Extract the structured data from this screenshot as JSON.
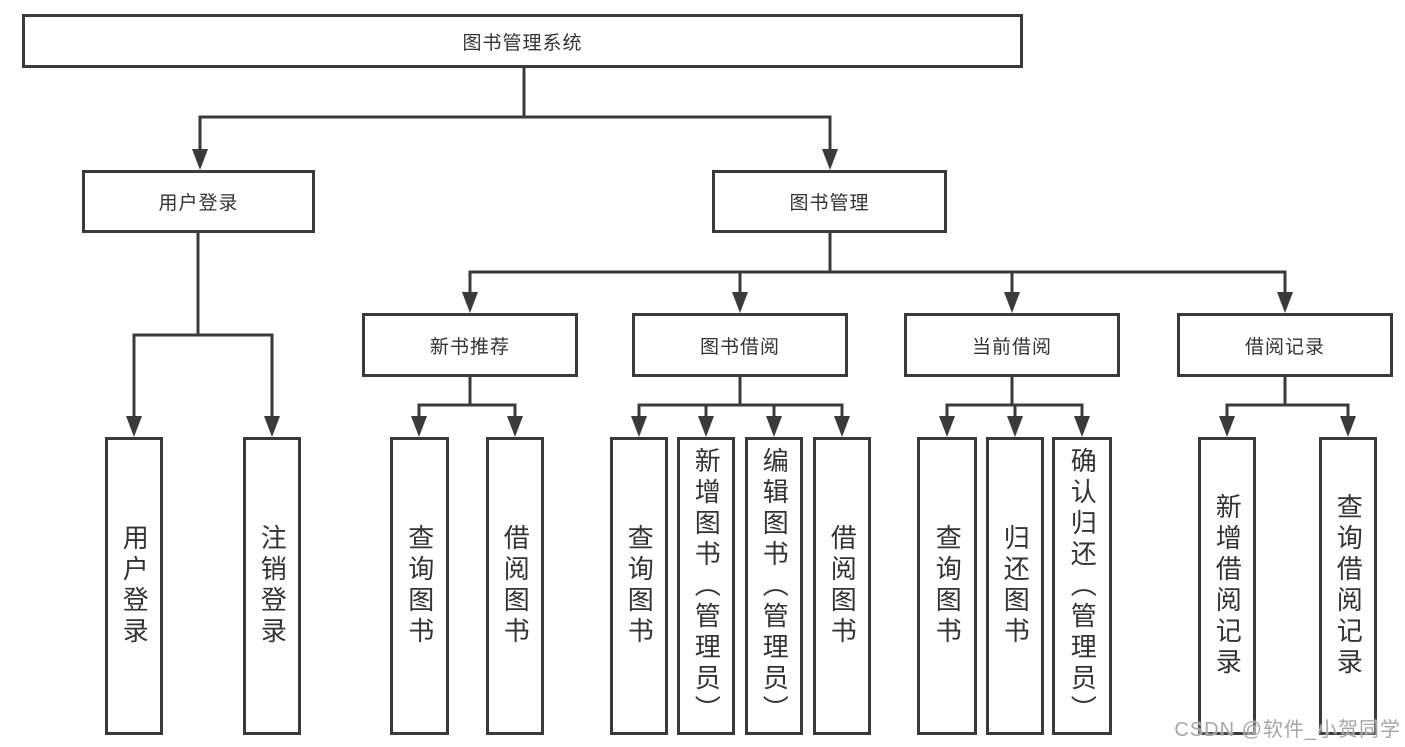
{
  "diagram": {
    "type": "hierarchy-structure-chart",
    "root": {
      "label": "图书管理系统"
    },
    "children": [
      {
        "label": "用户登录",
        "children": [
          "用户登录",
          "注销登录"
        ]
      },
      {
        "label": "图书管理",
        "children": [
          {
            "label": "新书推荐",
            "children": [
              "查询图书",
              "借阅图书"
            ]
          },
          {
            "label": "图书借阅",
            "children": [
              "查询图书",
              "新增图书（管理员）",
              "编辑图书（管理员）",
              "借阅图书"
            ]
          },
          {
            "label": "当前借阅",
            "children": [
              "查询图书",
              "归还图书",
              "确认归还（管理员）"
            ]
          },
          {
            "label": "借阅记录",
            "children": [
              "新增借阅记录",
              "查询借阅记录"
            ]
          }
        ]
      }
    ]
  },
  "watermark": "CSDN @软件_小贺同学",
  "colors": {
    "line": "#3a3a3a",
    "border": "#3a3a3a",
    "text": "#333333",
    "background": "#ffffff",
    "watermark": "#a6a6a6"
  }
}
